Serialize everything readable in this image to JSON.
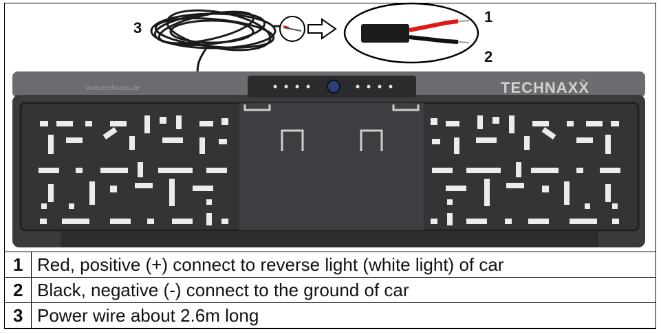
{
  "figure": {
    "callouts": [
      "3",
      "1",
      "2"
    ],
    "brand_text": "TECHNAXX",
    "brand_mark": "™",
    "website_text": "www.technaxx.de"
  },
  "legend": [
    {
      "num": "1",
      "text": "Red, positive (+) connect to reverse light (white light) of car"
    },
    {
      "num": "2",
      "text": "Black, negative (-) connect to the ground of car"
    },
    {
      "num": "3",
      "text": "Power wire about 2.6m long"
    }
  ],
  "colors": {
    "plate_body": "#3a3b3d",
    "plate_top": "#66676a",
    "wire_red": "#e01818",
    "wire_black": "#111111",
    "brand": "#d0d0d0"
  }
}
